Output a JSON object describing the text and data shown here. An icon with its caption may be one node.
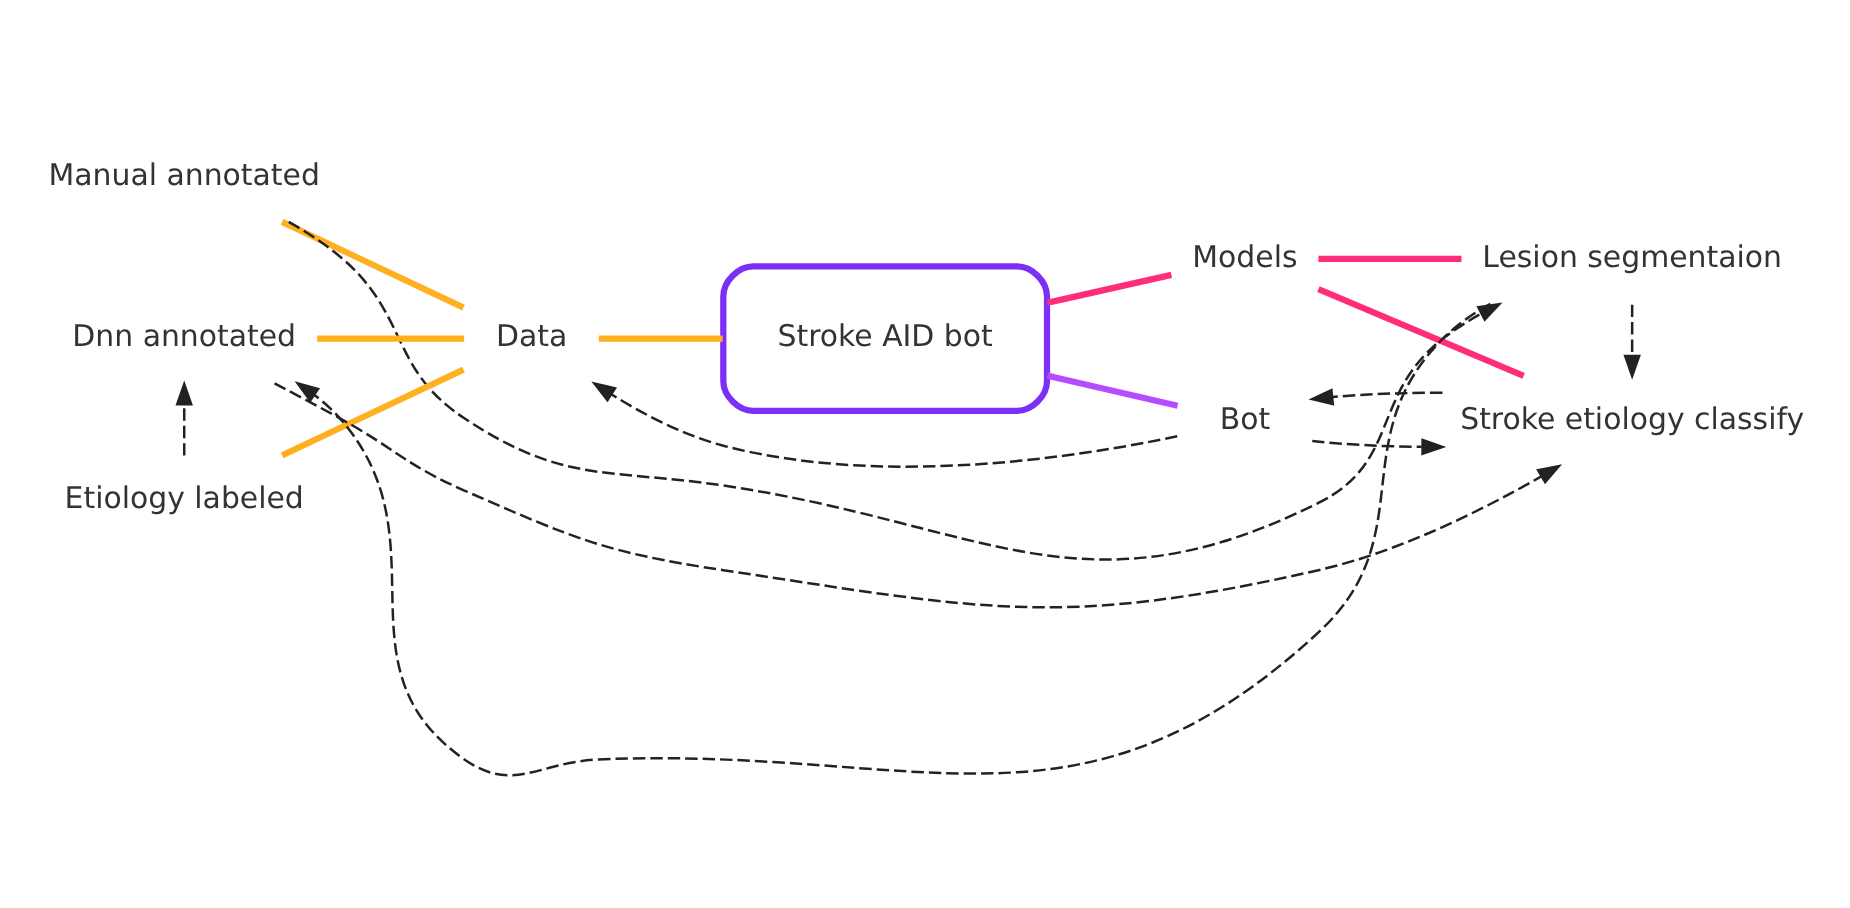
{
  "diagram": {
    "nodes": [
      {
        "text": [
          "Manual annotated"
        ]
      },
      {
        "text": [
          "Etiology labeled"
        ]
      },
      {
        "text": [
          "Dnn annotated"
        ]
      },
      {
        "text": [
          "Data"
        ]
      },
      {
        "text": [
          "Stroke AID bot"
        ]
      },
      {
        "text": [
          "Models"
        ]
      },
      {
        "text": [
          "Lesion segmentaion"
        ]
      },
      {
        "text": [
          "Stroke etiology classify"
        ]
      },
      {
        "text": [
          "Bot"
        ]
      }
    ],
    "edges": [
      {
        "from": 0,
        "to": 3,
        "arrow": "none",
        "style": "thick",
        "color": "#ffb020"
      },
      {
        "from": 1,
        "to": 3,
        "arrow": "none",
        "style": "thick",
        "color": "#ffb020"
      },
      {
        "from": 2,
        "to": 3,
        "arrow": "none",
        "style": "thick",
        "color": "#ffb020"
      },
      {
        "from": 3,
        "to": 4,
        "arrow": "none",
        "style": "thick",
        "color": "#ffb020"
      },
      {
        "from": 4,
        "to": 5,
        "arrow": "none",
        "style": "thick",
        "color": "#ff2d7a"
      },
      {
        "from": 5,
        "to": 6,
        "arrow": "none",
        "style": "thick",
        "color": "#ff2d7a"
      },
      {
        "from": 5,
        "to": 7,
        "arrow": "none",
        "style": "thick",
        "color": "#ff2d7a"
      },
      {
        "from": 4,
        "to": 8,
        "arrow": "none",
        "style": "thick",
        "color": "#b44dff"
      },
      {
        "from": 0,
        "to": 6,
        "arrow": "to",
        "style": "dashed",
        "color": "#222222"
      },
      {
        "from": 6,
        "to": 2,
        "arrow": "to",
        "style": "dashed",
        "color": "#222222"
      },
      {
        "from": 1,
        "to": 2,
        "arrow": "to",
        "style": "dashed",
        "color": "#222222"
      },
      {
        "from": 6,
        "to": 7,
        "arrow": "to",
        "style": "dashed",
        "color": "#222222"
      },
      {
        "from": 7,
        "to": 8,
        "arrow": "to",
        "style": "dashed",
        "color": "#222222"
      },
      {
        "from": 8,
        "to": 7,
        "arrow": "to",
        "style": "dashed",
        "color": "#222222"
      },
      {
        "from": 8,
        "to": 3,
        "arrow": "to",
        "style": "dashed",
        "color": "#222222"
      },
      {
        "from": 2,
        "to": 7,
        "arrow": "to",
        "style": "dashed",
        "color": "#222222"
      }
    ]
  }
}
